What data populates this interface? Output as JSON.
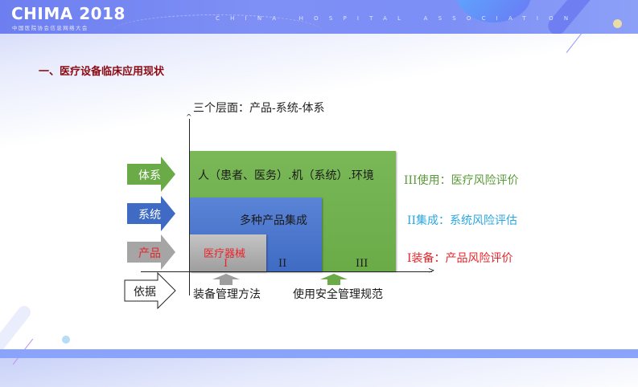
{
  "header": {
    "logo": "CHIMA 2018",
    "logo_subtitle": "中国医院协会信息网络大会",
    "association": "CHINA HOSPITAL ASSOCIATION"
  },
  "slide": {
    "section_title": "一、医疗设备临床应用现状",
    "chart_title": "三个层面：产品-系统-体系",
    "levels": [
      {
        "id": "system_of_systems",
        "arrow_label": "体系",
        "arrow_color": "#6aab48",
        "label_color": "#ffffff",
        "box_text": "人（患者、医务）.机（系统）.环境",
        "box_color": "#72b250",
        "roman": "III"
      },
      {
        "id": "system",
        "arrow_label": "系统",
        "arrow_color": "#3f6bc4",
        "label_color": "#ffffff",
        "box_text": "多种产品集成",
        "box_color": "#4a75cc",
        "roman": "II"
      },
      {
        "id": "product",
        "arrow_label": "产品",
        "arrow_color": "#a5a5a5",
        "label_color": "#e8242a",
        "box_text": "医疗器械",
        "box_color": "#b1b1b1",
        "roman": "I"
      }
    ],
    "legend": [
      {
        "text": "III使用：医疗风险评价",
        "color": "#5a9a3a"
      },
      {
        "text": "II集成：系统风险评估",
        "color": "#2ba7e0"
      },
      {
        "text": "I装备：产品风险评价",
        "color": "#e8242a"
      }
    ],
    "basis": {
      "label": "依据",
      "items": [
        {
          "text": "装备管理方法",
          "arrow_color": "#9e9e9e"
        },
        {
          "text": "使用安全管理规范",
          "arrow_color": "#6aab48"
        }
      ]
    }
  }
}
